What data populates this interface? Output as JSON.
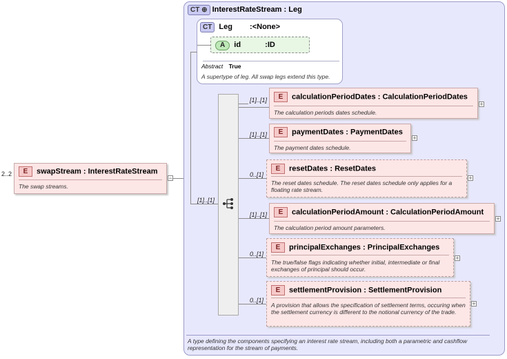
{
  "root": {
    "index": "2..2",
    "badge": "E",
    "name": "swapStream",
    "sep": ":",
    "type": "InterestRateStream",
    "doc": "The swap streams.",
    "expander": "−"
  },
  "complex_type": {
    "badge": "CT",
    "name": "InterestRateStream",
    "sep": ":",
    "base": "Leg",
    "doc": "A type defining the components specifying an interest rate stream, including both a parametric and cashflow representation for the stream of payments."
  },
  "base_type": {
    "badge": "CT",
    "name": "Leg",
    "sep": ":",
    "base": "<None>",
    "abstract_label": "Abstract",
    "abstract_value": "True",
    "doc": "A supertype of leg. All swap legs extend this type.",
    "attribute": {
      "badge": "A",
      "name": "id",
      "sep": ":",
      "type": "ID"
    }
  },
  "sequence": {
    "cardinality": "[1]..[1]"
  },
  "elements": [
    {
      "badge": "E",
      "name": "calculationPeriodDates",
      "sep": ":",
      "type": "CalculationPeriodDates",
      "cardinality": "[1]..[1]",
      "doc": "The calculation periods dates schedule.",
      "expander": "+"
    },
    {
      "badge": "E",
      "name": "paymentDates",
      "sep": ":",
      "type": "PaymentDates",
      "cardinality": "[1]..[1]",
      "doc": "The payment dates schedule.",
      "expander": "+"
    },
    {
      "badge": "E",
      "name": "resetDates",
      "sep": ":",
      "type": "ResetDates",
      "cardinality": "0..[1]",
      "doc": "The reset dates schedule. The reset dates schedule only applies for a floating rate stream.",
      "expander": "+"
    },
    {
      "badge": "E",
      "name": "calculationPeriodAmount",
      "sep": ":",
      "type": "CalculationPeriodAmount",
      "cardinality": "[1]..[1]",
      "doc": "The calculation period amount parameters.",
      "expander": "+"
    },
    {
      "badge": "E",
      "name": "principalExchanges",
      "sep": ":",
      "type": "PrincipalExchanges",
      "cardinality": "0..[1]",
      "doc": "The true/false flags indicating whether initial, intermediate or final exchanges of principal should occur.",
      "expander": "+"
    },
    {
      "badge": "E",
      "name": "settlementProvision",
      "sep": ":",
      "type": "SettlementProvision",
      "cardinality": "0..[1]",
      "doc": "A provision that allows the specification of settlement terms, occuring when the settlement currency is different to the notional currency of the trade.",
      "expander": "+"
    }
  ],
  "colors": {
    "complex_type_bg": "#e8e8fd",
    "element_bg": "#fde6e6",
    "attribute_bg": "#e7f7e4",
    "connector": "#8a8a8a"
  },
  "icons": {
    "sequence": "sequence-compositor-icon",
    "ct_badge": "complex-type-icon"
  }
}
